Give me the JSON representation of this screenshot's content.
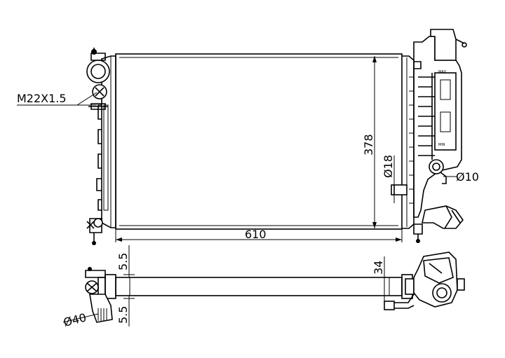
{
  "labels": {
    "thread": "M22X1.5",
    "width": "610",
    "height": "378",
    "pipe_diameter_18": "Ø18",
    "pipe_diameter_10": "Ø10",
    "pipe_diameter_40": "Ø40",
    "flange_top": "5.5",
    "flange_bottom": "5.5",
    "thickness": "34"
  },
  "tank_marks": {
    "max": "MAX",
    "min": "MIN"
  },
  "colors": {
    "line": "#000000",
    "background": "#ffffff"
  }
}
